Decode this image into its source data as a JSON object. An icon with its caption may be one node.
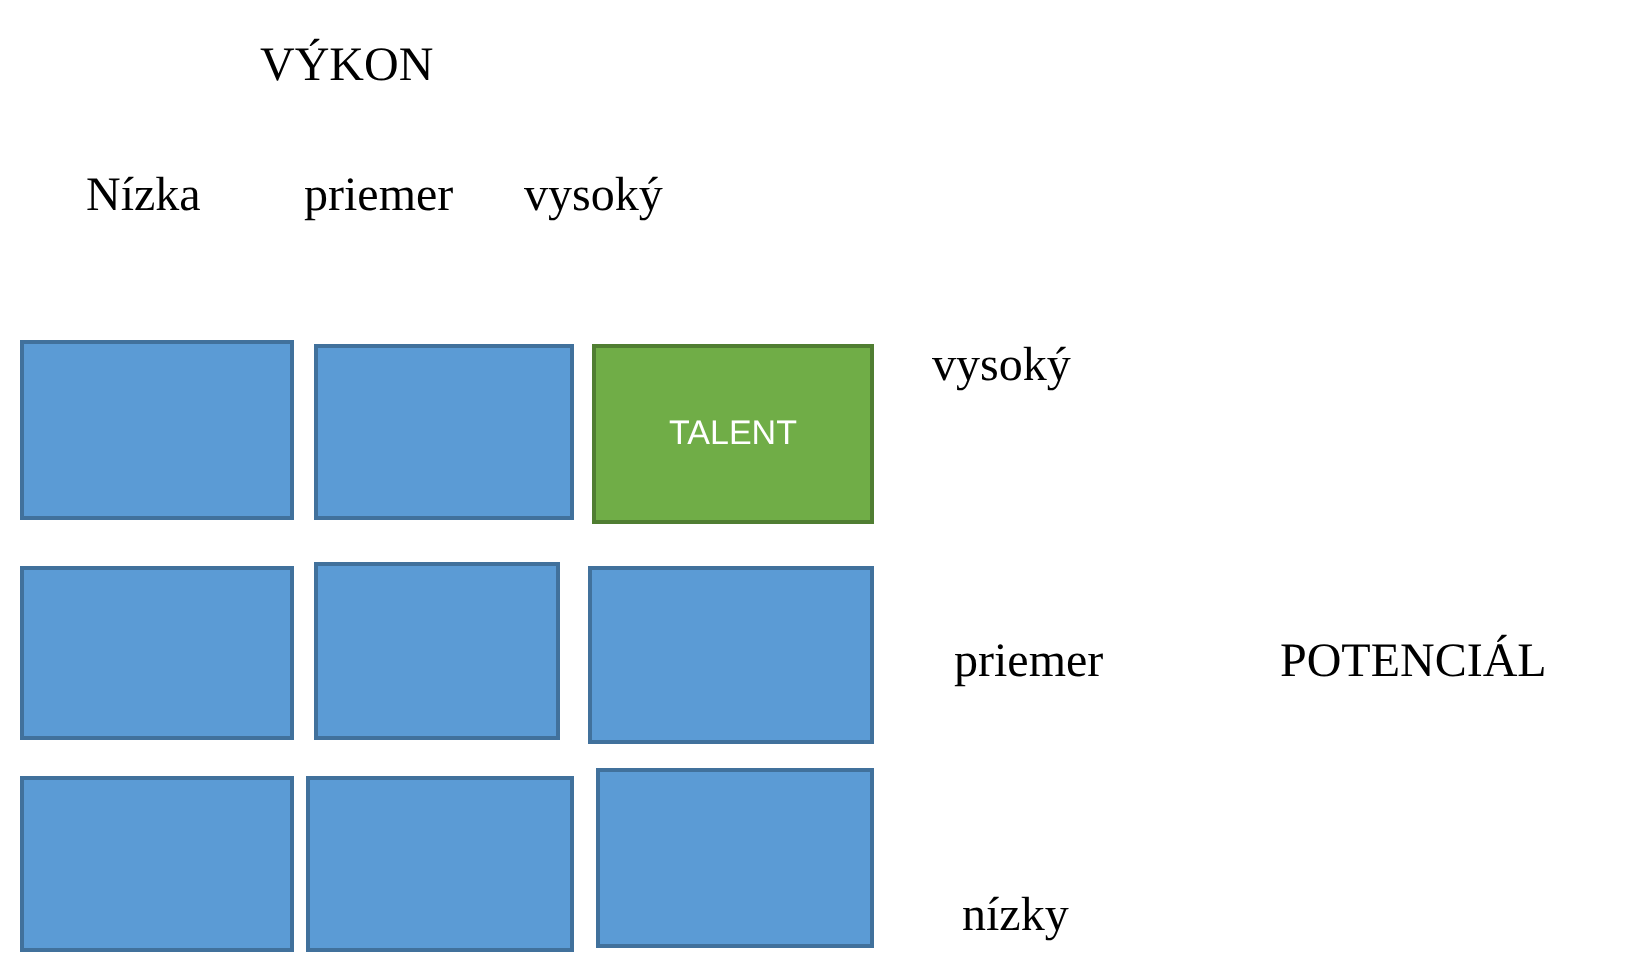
{
  "diagram": {
    "nodes": [
      {
        "text": [],
        "shape": "box"
      },
      {
        "text": [],
        "shape": "box"
      },
      {
        "text": [
          "TALENT"
        ]
      },
      {
        "text": [],
        "shape": "box"
      },
      {
        "text": [],
        "shape": "box"
      },
      {
        "text": [],
        "shape": "box"
      },
      {
        "text": [],
        "shape": "box"
      },
      {
        "text": [],
        "shape": "box"
      },
      {
        "text": [],
        "shape": "box"
      }
    ],
    "edges": [],
    "labels": [
      "VÝKON",
      "Nízka",
      "priemer",
      "vysoký",
      "vysoký",
      "priemer",
      "POTENCIÁL",
      "nízky"
    ]
  }
}
